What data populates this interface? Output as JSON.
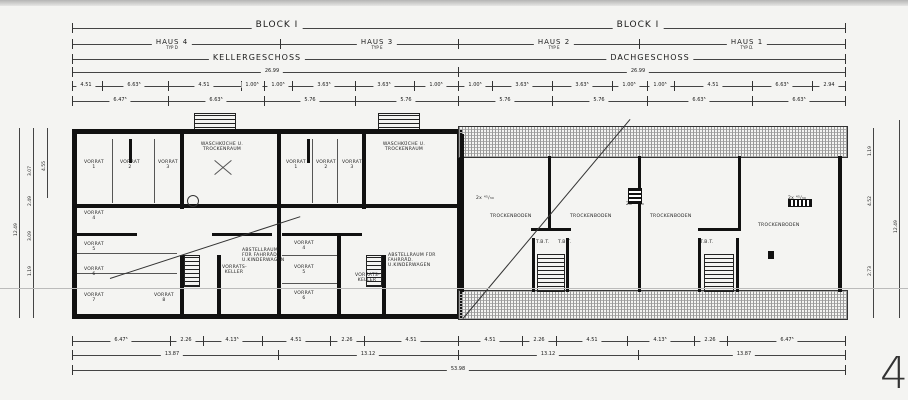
{
  "drawing": {
    "block_left": "BLOCK I",
    "block_right": "BLOCK I",
    "houses": [
      {
        "name": "HAUS 4",
        "type": "TYP D"
      },
      {
        "name": "HAUS 3",
        "type": "TYP E"
      },
      {
        "name": "HAUS 2",
        "type": "TYP E"
      },
      {
        "name": "HAUS 1",
        "type": "TYP D."
      }
    ],
    "floor_left": "KELLERGESCHOSS",
    "floor_right": "DACHGESCHOSS",
    "total_top_left": "26.99",
    "total_top_right": "26.99",
    "page_number": "4"
  },
  "top_dims_row1_left": [
    "4.51",
    "6.63⁵",
    "4.51",
    "1.00⁵",
    "1.00⁵",
    "3.63⁵",
    "3.63⁵",
    "1.00⁵"
  ],
  "top_dims_row1_right": [
    "1.00⁵",
    "3.63⁵",
    "3.63⁵",
    "1.00⁵",
    "1.00⁵",
    "4.51",
    "6.63⁵",
    "2.94"
  ],
  "top_dims_row2_left": [
    "6.47⁵",
    "6.63⁵",
    "5.76",
    "5.76"
  ],
  "top_dims_row2_right": [
    "5.76",
    "5.76",
    "6.63⁵",
    "6.63⁵"
  ],
  "bottom_dims_row1_left": [
    "6.47⁵",
    "2.26",
    "4.13⁵",
    "4.51",
    "2.26",
    "4.51"
  ],
  "bottom_dims_row1_right": [
    "4.51",
    "2.26",
    "4.51",
    "4.13⁵",
    "2.26",
    "6.47⁵"
  ],
  "bottom_dims_row2": [
    "13.87",
    "13.12",
    "13.12",
    "13.87"
  ],
  "bottom_total": "53.98",
  "left_vdims": [
    "1.19",
    "3.09",
    "2.49",
    "3.07",
    "4.55",
    "12.49"
  ],
  "right_vdims": [
    "1.19",
    "4.52",
    "2.73",
    "12.49"
  ],
  "basement_rooms": {
    "vorrat": "VORRAT",
    "wasch": "WASCHKÜCHE U. TROCKENRAUM",
    "abstell": "ABSTELLRAUM FÜR FAHRRÄD. U.KINDERWAGEN",
    "vorratskeller": "VORRATS- KELLER",
    "vorrat_nums": [
      "1",
      "2",
      "3",
      "4",
      "5",
      "6",
      "7",
      "8",
      "1",
      "2",
      "3",
      "4",
      "5",
      "6"
    ]
  },
  "attic_rooms": {
    "trocken": "TROCKENBODEN",
    "tbt": "T.B.T.",
    "small_note": "2x ⁴⁵/₃₀"
  }
}
